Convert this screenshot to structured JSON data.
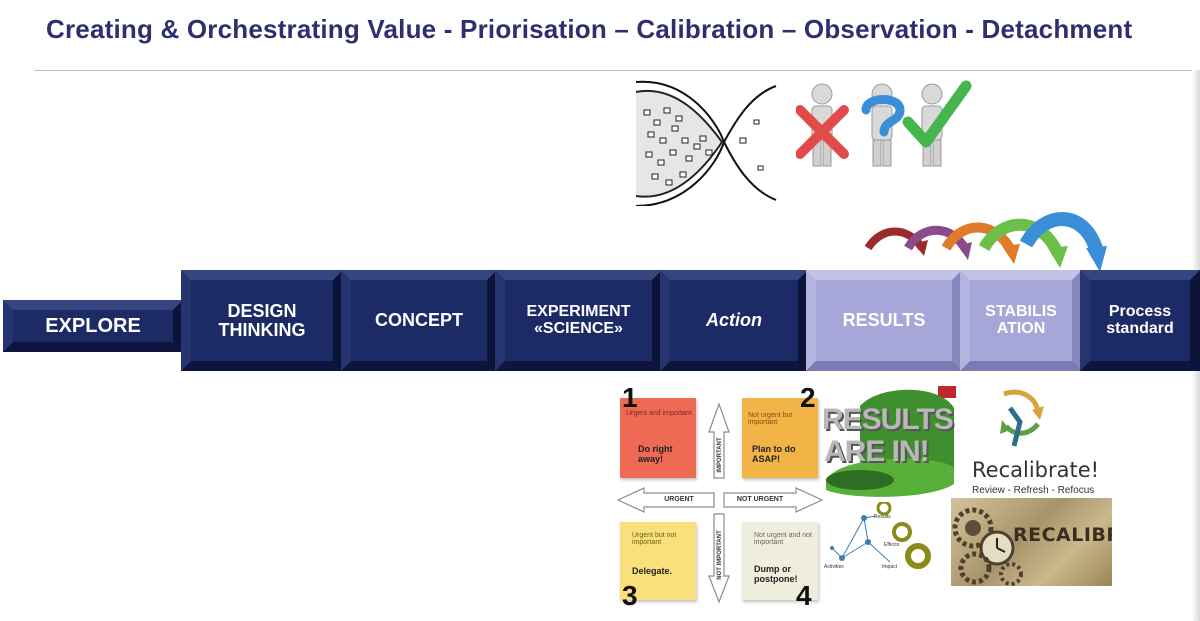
{
  "header": {
    "title": "Creating & Orchestrating Value - Priorisation – Calibration – Observation - Detachment"
  },
  "steps": [
    {
      "label": "EXPLORE",
      "style": "dark"
    },
    {
      "label": "DESIGN THINKING",
      "style": "dark"
    },
    {
      "label": "CONCEPT",
      "style": "dark"
    },
    {
      "label": "EXPERIMENT «SCIENCE»",
      "style": "dark"
    },
    {
      "label": "Action",
      "style": "dark-italic"
    },
    {
      "label": "RESULTS",
      "style": "light"
    },
    {
      "label": "STABILIS ATION",
      "style": "light"
    },
    {
      "label": "Process standard",
      "style": "dark"
    }
  ],
  "eisenhower": {
    "q1": {
      "number": "1",
      "small": "Urgent and important",
      "action": "Do right away!",
      "color": "#ee6a55"
    },
    "q2": {
      "number": "2",
      "small": "Not urgent but important",
      "action": "Plan to do ASAP!",
      "color": "#f2b347"
    },
    "q3": {
      "number": "3",
      "small": "Urgent but not important",
      "action": "Delegate.",
      "color": "#f9e07b"
    },
    "q4": {
      "number": "4",
      "small": "Not urgent and not important",
      "action": "Dump or postpone!",
      "color": "#efeedd"
    },
    "axis_important": "IMPORTANT",
    "axis_not_important": "NOT IMPORTANT",
    "axis_urgent": "URGENT",
    "axis_not_urgent": "NOT URGENT"
  },
  "results_image": {
    "line1": "RESULTS",
    "line2": "ARE IN!"
  },
  "network": {
    "results": "Results",
    "effects": "Effects",
    "activities": "Activities",
    "impact": "Impact"
  },
  "recalibrate": {
    "title": "Recalibrate!",
    "subtitle": "Review - Refresh - Refocus",
    "banner": "RECALIBRATE"
  },
  "colors": {
    "title": "#2e2f6e",
    "step_dark": "#1c2a66",
    "step_light": "#a6a6d9"
  }
}
